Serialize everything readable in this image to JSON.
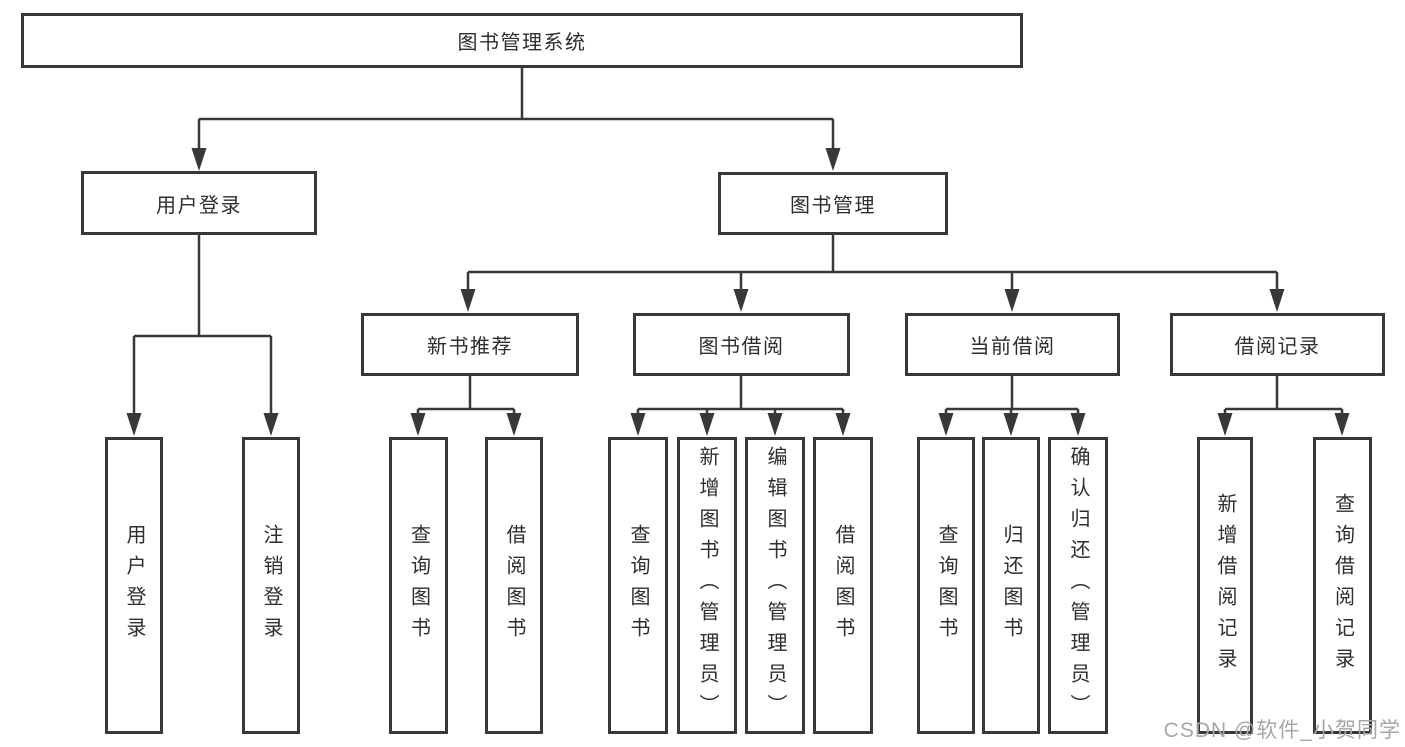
{
  "title": "图书管理系统",
  "branches": [
    {
      "label": "用户登录",
      "children": [
        {
          "label": "用户登录"
        },
        {
          "label": "注销登录"
        }
      ]
    },
    {
      "label": "图书管理",
      "children": [
        {
          "label": "新书推荐",
          "children": [
            {
              "label": "查询图书"
            },
            {
              "label": "借阅图书"
            }
          ]
        },
        {
          "label": "图书借阅",
          "children": [
            {
              "label": "查询图书"
            },
            {
              "label": "新增图书（管理员）"
            },
            {
              "label": "编辑图书（管理员）"
            },
            {
              "label": "借阅图书"
            }
          ]
        },
        {
          "label": "当前借阅",
          "children": [
            {
              "label": "查询图书"
            },
            {
              "label": "归还图书"
            },
            {
              "label": "确认归还（管理员）"
            }
          ]
        },
        {
          "label": "借阅记录",
          "children": [
            {
              "label": "新增借阅记录"
            },
            {
              "label": "查询借阅记录"
            }
          ]
        }
      ]
    }
  ],
  "watermark": {
    "text": "CSDN @软件_小贺同学"
  },
  "colors": {
    "line": "#383838",
    "box_fill": "#ffffff",
    "text": "#2e2e2e",
    "watermark": "#a6a6aa",
    "background": "#ffffff"
  }
}
